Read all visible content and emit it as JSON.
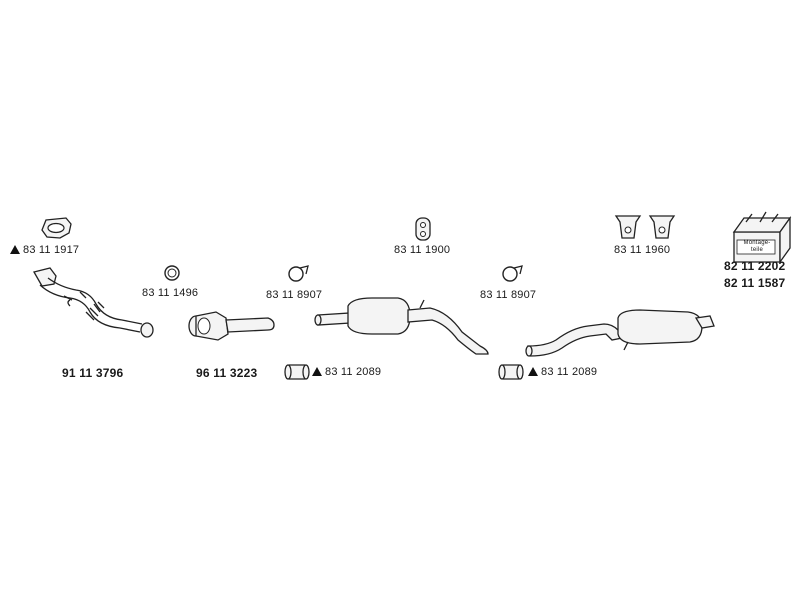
{
  "parts": {
    "gasket_top": "83 11 1917",
    "front_pipe": "91 11 3796",
    "ring": "83 11 1496",
    "catalyst": "96 11 3223",
    "clamp_a": "83 11 8907",
    "clamp_kit_a": "83 11 2089",
    "hanger_mid": "83 11 1900",
    "middle_silencer": "",
    "clamp_b": "83 11 8907",
    "clamp_kit_b": "83 11 2089",
    "hangers_rear": "83 11 1960",
    "rear_silencer": "",
    "montage_kit_1": "82 11 2202",
    "montage_kit_2": "82 11 1587",
    "montage_box_label": "Montage-teile"
  }
}
